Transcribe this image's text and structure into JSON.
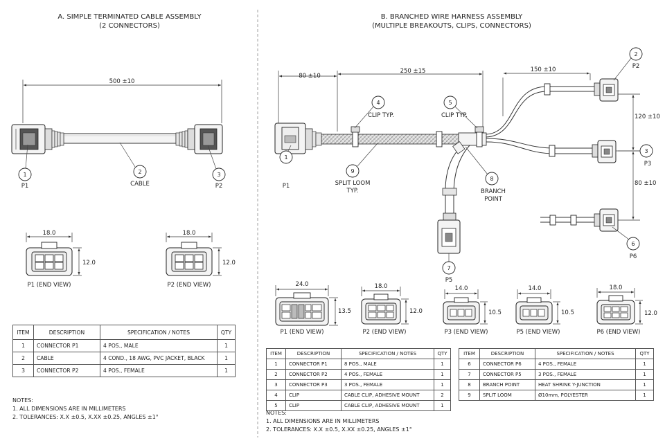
{
  "left": {
    "title": "A. SIMPLE TERMINATED CABLE ASSEMBLY",
    "subtitle": "(2 CONNECTORS)",
    "overall_dim": "500 ±10",
    "labels": {
      "p1": "P1",
      "p2": "P2",
      "cable": "CABLE"
    },
    "balloons": [
      "1",
      "2",
      "3"
    ],
    "end_views": [
      {
        "caption": "P1  (END VIEW)",
        "width": "18.0",
        "height": "12.0"
      },
      {
        "caption": "P2  (END VIEW)",
        "width": "18.0",
        "height": "12.0"
      }
    ],
    "bom": {
      "headers": [
        "ITEM",
        "DESCRIPTION",
        "SPECIFICATION / NOTES",
        "QTY"
      ],
      "rows": [
        [
          "1",
          "CONNECTOR P1",
          "4 POS., MALE",
          "1"
        ],
        [
          "2",
          "CABLE",
          "4 COND., 18 AWG, PVC JACKET, BLACK",
          "1"
        ],
        [
          "3",
          "CONNECTOR P2",
          "4 POS., FEMALE",
          "1"
        ]
      ]
    },
    "notes": {
      "heading": "NOTES:",
      "items": [
        "1.  ALL DIMENSIONS ARE IN MILLIMETERS",
        "2.  TOLERANCES: X.X ±0.5, X.XX ±0.25, ANGLES ±1°"
      ]
    }
  },
  "right": {
    "title": "B. BRANCHED WIRE HARNESS ASSEMBLY",
    "subtitle": "(MULTIPLE BREAKOUTS, CLIPS, CONNECTORS)",
    "dims": {
      "d80": "80 ±10",
      "d250": "250 ±15",
      "d150": "150 ±10",
      "d120": "120 ±10",
      "d80b": "80 ±10"
    },
    "labels": {
      "p1": "P1",
      "p2": "P2",
      "p3": "P3",
      "p5": "P5",
      "p6": "P6",
      "clip4": "CLIP TYP.",
      "clip5": "CLIP TYP.",
      "loom1": "SPLIT LOOM",
      "loom2": "TYP.",
      "branch1": "BRANCH",
      "branch2": "POINT"
    },
    "balloons": {
      "b1": "1",
      "b2": "2",
      "b3": "3",
      "b4": "4",
      "b5": "5",
      "b6": "6",
      "b7": "7",
      "b8": "8",
      "b9": "9"
    },
    "end_views": [
      {
        "caption": "P1  (END VIEW)",
        "width": "24.0",
        "height": "13.5"
      },
      {
        "caption": "P2  (END VIEW)",
        "width": "18.0",
        "height": "12.0"
      },
      {
        "caption": "P3  (END VIEW)",
        "width": "14.0",
        "height": "10.5"
      },
      {
        "caption": "P5  (END VIEW)",
        "width": "14.0",
        "height": "10.5"
      },
      {
        "caption": "P6  (END VIEW)",
        "width": "18.0",
        "height": "12.0"
      }
    ],
    "bom_a": {
      "headers": [
        "ITEM",
        "DESCRIPTION",
        "SPECIFICATION / NOTES",
        "QTY"
      ],
      "rows": [
        [
          "1",
          "CONNECTOR P1",
          "8 POS., MALE",
          "1"
        ],
        [
          "2",
          "CONNECTOR P2",
          "4 POS., FEMALE",
          "1"
        ],
        [
          "3",
          "CONNECTOR P3",
          "3 POS., FEMALE",
          "1"
        ],
        [
          "4",
          "CLIP",
          "CABLE CLIP, ADHESIVE MOUNT",
          "2"
        ],
        [
          "5",
          "CLIP",
          "CABLE CLIP, ADHESIVE MOUNT",
          "1"
        ]
      ]
    },
    "bom_b": {
      "headers": [
        "ITEM",
        "DESCRIPTION",
        "SPECIFICATION / NOTES",
        "QTY"
      ],
      "rows": [
        [
          "6",
          "CONNECTOR P6",
          "4 POS., FEMALE",
          "1"
        ],
        [
          "7",
          "CONNECTOR P5",
          "3 POS., FEMALE",
          "1"
        ],
        [
          "8",
          "BRANCH POINT",
          "HEAT SHRINK Y-JUNCTION",
          "1"
        ],
        [
          "9",
          "SPLIT LOOM",
          "Ø10mm, POLYESTER",
          "1"
        ]
      ]
    },
    "notes": {
      "heading": "NOTES:",
      "items": [
        "1.  ALL DIMENSIONS ARE IN MILLIMETERS",
        "2.  TOLERANCES: X.X ±0.5, X.XX ±0.25, ANGLES ±1°"
      ]
    }
  }
}
